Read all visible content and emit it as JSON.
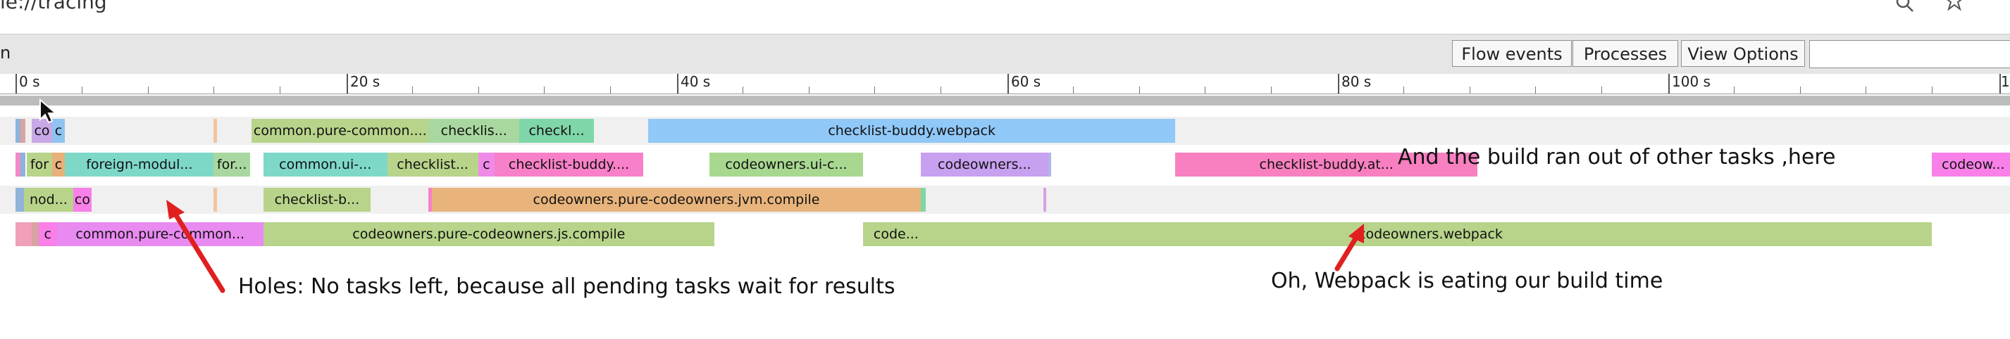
{
  "address_bar": {
    "url_text": "le://tracing",
    "zoom_icon": "magnifier-icon",
    "bookmark_icon": "star-icon"
  },
  "toolbar": {
    "left_label": "n",
    "buttons": {
      "flow_events": "Flow events",
      "processes": "Processes",
      "view_options": "View Options"
    },
    "search_value": ""
  },
  "ruler": {
    "labels": {
      "t0": "0 s",
      "t20": "20 s",
      "t40": "40 s",
      "t60": "60 s",
      "t80": "80 s",
      "t100": "100 s",
      "t120": "1"
    }
  },
  "tracks": [
    {
      "slices": [
        {
          "label": "",
          "start": 0,
          "end": 0.3,
          "color": "#8fb3d9"
        },
        {
          "label": "",
          "start": 0.3,
          "end": 0.6,
          "color": "#d9a3a3"
        },
        {
          "label": "co",
          "start": 1.0,
          "end": 2.2,
          "color": "#c9a8e6"
        },
        {
          "label": "c",
          "start": 2.2,
          "end": 3.0,
          "color": "#8ec3f0"
        },
        {
          "label": "",
          "start": 12.0,
          "end": 12.2,
          "color": "#f0c4a0"
        },
        {
          "label": "common.pure-common....",
          "start": 14.3,
          "end": 25.0,
          "color": "#b7d48a"
        },
        {
          "label": "checklis...",
          "start": 25.0,
          "end": 30.5,
          "color": "#a8d8a0"
        },
        {
          "label": "checkl...",
          "start": 30.5,
          "end": 35.0,
          "color": "#7fd6a8"
        },
        {
          "label": "checklist-buddy.webpack",
          "start": 38.3,
          "end": 70.2,
          "color": "#90c8f8"
        }
      ]
    },
    {
      "slices": [
        {
          "label": "",
          "start": 0,
          "end": 0.3,
          "color": "#f08ac8"
        },
        {
          "label": "",
          "start": 0.3,
          "end": 0.6,
          "color": "#8fb3d9"
        },
        {
          "label": "for",
          "start": 0.7,
          "end": 2.2,
          "color": "#b7d48a"
        },
        {
          "label": "c",
          "start": 2.2,
          "end": 3.0,
          "color": "#e8b07a"
        },
        {
          "label": "foreign-modul...",
          "start": 3.0,
          "end": 12.0,
          "color": "#7ed8c8"
        },
        {
          "label": "for...",
          "start": 12.0,
          "end": 14.2,
          "color": "#a8d8a0"
        },
        {
          "label": "common.ui-...",
          "start": 15.0,
          "end": 22.5,
          "color": "#7ed8c8"
        },
        {
          "label": "checklist...",
          "start": 22.5,
          "end": 28.0,
          "color": "#b7d48a"
        },
        {
          "label": "c",
          "start": 28.0,
          "end": 29.0,
          "color": "#f08ae8"
        },
        {
          "label": "checklist-buddy....",
          "start": 29.0,
          "end": 38.0,
          "color": "#f880c8"
        },
        {
          "label": "codeowners.ui-c...",
          "start": 42.0,
          "end": 51.3,
          "color": "#a8d890"
        },
        {
          "label": "codeowners...",
          "start": 54.8,
          "end": 62.5,
          "color": "#c8a0f0"
        },
        {
          "label": "",
          "start": 62.5,
          "end": 62.7,
          "color": "#b0b8e8"
        },
        {
          "label": "checklist-buddy.at...",
          "start": 70.2,
          "end": 88.5,
          "color": "#f880c0"
        },
        {
          "label": "codeow...",
          "start": 116.0,
          "end": 121.0,
          "color": "#f880e8"
        }
      ]
    },
    {
      "slices": [
        {
          "label": "",
          "start": 0,
          "end": 0.5,
          "color": "#8fb3d9"
        },
        {
          "label": "nod...",
          "start": 0.5,
          "end": 3.5,
          "color": "#b7d48a"
        },
        {
          "label": "co",
          "start": 3.5,
          "end": 4.6,
          "color": "#f880e8"
        },
        {
          "label": "",
          "start": 12.0,
          "end": 12.2,
          "color": "#f0c4a0"
        },
        {
          "label": "checklist-b...",
          "start": 15.0,
          "end": 21.5,
          "color": "#b7d48a"
        },
        {
          "label": "",
          "start": 25.0,
          "end": 25.2,
          "color": "#f880c8"
        },
        {
          "label": "codeowners.pure-codeowners.jvm.compile",
          "start": 25.2,
          "end": 54.8,
          "color": "#e8b47c"
        },
        {
          "label": "",
          "start": 54.8,
          "end": 55.1,
          "color": "#7fd6a8"
        },
        {
          "label": "",
          "start": 62.2,
          "end": 62.4,
          "color": "#d8a0e8"
        }
      ]
    },
    {
      "slices": [
        {
          "label": "",
          "start": 0,
          "end": 1.0,
          "color": "#f0a0b8"
        },
        {
          "label": "",
          "start": 1.0,
          "end": 1.4,
          "color": "#d9a3a3"
        },
        {
          "label": "c",
          "start": 1.4,
          "end": 2.5,
          "color": "#f880e8"
        },
        {
          "label": "common.pure-common...",
          "start": 2.5,
          "end": 15.0,
          "color": "#e88af0"
        },
        {
          "label": "codeowners.pure-codeowners.js.compile",
          "start": 15.0,
          "end": 42.3,
          "color": "#b7d48a"
        },
        {
          "label": "code...",
          "start": 51.3,
          "end": 55.3,
          "color": "#b7d48a"
        },
        {
          "label": "codeowners.webpack",
          "start": 55.3,
          "end": 116.0,
          "color": "#b7d48a"
        }
      ]
    }
  ],
  "annotations": {
    "holes": "Holes: No tasks left, because all pending tasks wait for results",
    "webpack": "Oh, Webpack is eating our build time",
    "out_of_tasks": "And the build ran out of other tasks ,here"
  },
  "colors": {
    "arrow": "#e02020",
    "timeline_band": "#bcbcbc",
    "toolbar_bg": "#e6e6e6"
  }
}
